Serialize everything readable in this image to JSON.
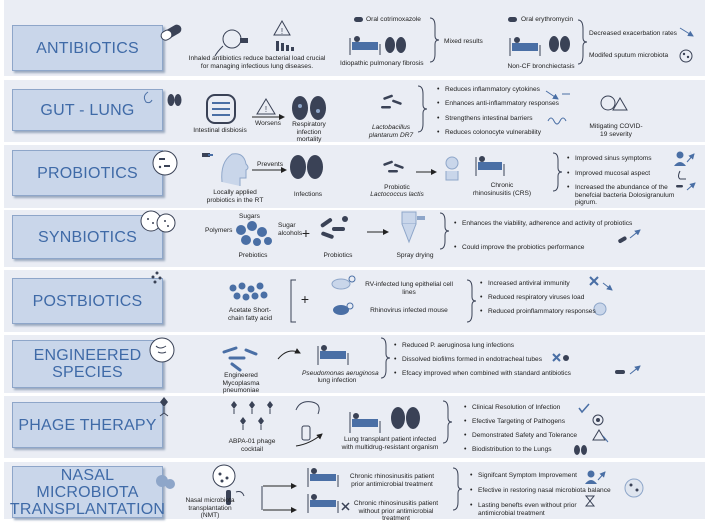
{
  "rows": [
    {
      "label": "ANTIBIOTICS",
      "inhaled": "Inhaled antibiotics reduce bacterial load crucial for managing infectious lung diseases.",
      "oral_cotrimoxazole": "Oral cotrimoxazole",
      "ipf": "Idiopathic pulmonary fibrosis",
      "mixed": "Mixed results",
      "oral_erythromycin": "Oral erythromycin",
      "noncf": "Non-CF bronchiectasis",
      "decreased": "Decreased exacerbation rates",
      "modified": "Modifed sputum microbiota"
    },
    {
      "label": "GUT - LUNG",
      "disbiosis": "Intestinal disbiosis",
      "worsens": "Worsens",
      "resp_mortality": "Respiratory infection mortality",
      "lactobacillus": "Lactobacillus plantarum DR7",
      "points": [
        "Reduces inflammatory cytokines",
        "Enhances anti-inflammatory responses",
        "Strengthens intestinal barriers",
        "Reduces colonocyte vulnerability"
      ],
      "covid": "Mitigating COVID-19 severity"
    },
    {
      "label": "PROBIOTICS",
      "locally": "Locally applied probiotics in the RT",
      "prevents": "Prevents",
      "infections": "Infections",
      "probiotic_title": "Probiotic",
      "lactococcus": "Lactococcus lactis",
      "crs": "Chronic rhinosinusitis (CRS)",
      "points": [
        "Improved sinus symptoms",
        "Improved mucosal aspect",
        "Increased the abundance of the benefcial bacteria Dolosigranulum pigrum."
      ]
    },
    {
      "label": "SYNBIOTICS",
      "sugars": "Sugars",
      "polymers": "Polymers",
      "sugar_alcohols": "Sugar alcohols",
      "prebiotics": "Prebiotics",
      "plus": "+",
      "probiotics": "Probiotics",
      "spray": "Spray drying",
      "points": [
        "Enhances the viability, adherence and activity of probiotics",
        "Could improve the probiotics performance"
      ]
    },
    {
      "label": "POSTBIOTICS",
      "acetate": "Acetate Short-chain fatty acid",
      "plus": "+",
      "rv_cells": "RV-infected lung epithelial cell lines",
      "rhino_mouse": "Rhinovirus infected mouse",
      "points": [
        "Increased antiviral immunity",
        "Reduced respiratory viruses load",
        "Reduced proinflammatory responses"
      ]
    },
    {
      "label": "ENGINEERED SPECIES",
      "engineered": "Engineered Mycoplasma pneumoniae",
      "pseudomonas": "Pseudomonas aeruginosa",
      "lung_infection": "lung infection",
      "points": [
        "Reduced P. aeruginosa lung infections",
        "Dissolved biofilms formed in endotracheal tubes",
        "Efcacy improved when combined with standard antibiotics"
      ]
    },
    {
      "label": "PHAGE THERAPY",
      "abpa": "ABPA-01 phage cocktail",
      "lung_transplant": "Lung transplant patient infected with multidrug-resistant organism",
      "points": [
        "Clinical Resolution of Infection",
        "Efective Targeting of Pathogens",
        "Demonstrated Safety and Tolerance",
        "Biodistribution to the Lungs"
      ]
    },
    {
      "label": "NASAL MICROBIOTA TRANSPLANTATION",
      "nmt": "Nasal microbiota transplantation (NMT)",
      "crs_prior": "Chronic rhinosinusitis patient prior antimicrobial treatment",
      "crs_without": "Chronic rhinosinusitis patient without prior antimicrobial treatment",
      "points": [
        "Signifcant Symptom Improvement",
        "Efective in restoring nasal microbiota balance",
        "Lasting benefts even without prior antimicrobial treatment"
      ]
    }
  ],
  "colors": {
    "label_fill": "#c9d6ea",
    "label_text": "#3f6aa7",
    "row_band": "#eaedf4",
    "icon_blue": "#4a6fa5",
    "icon_dark": "#3a4256"
  }
}
